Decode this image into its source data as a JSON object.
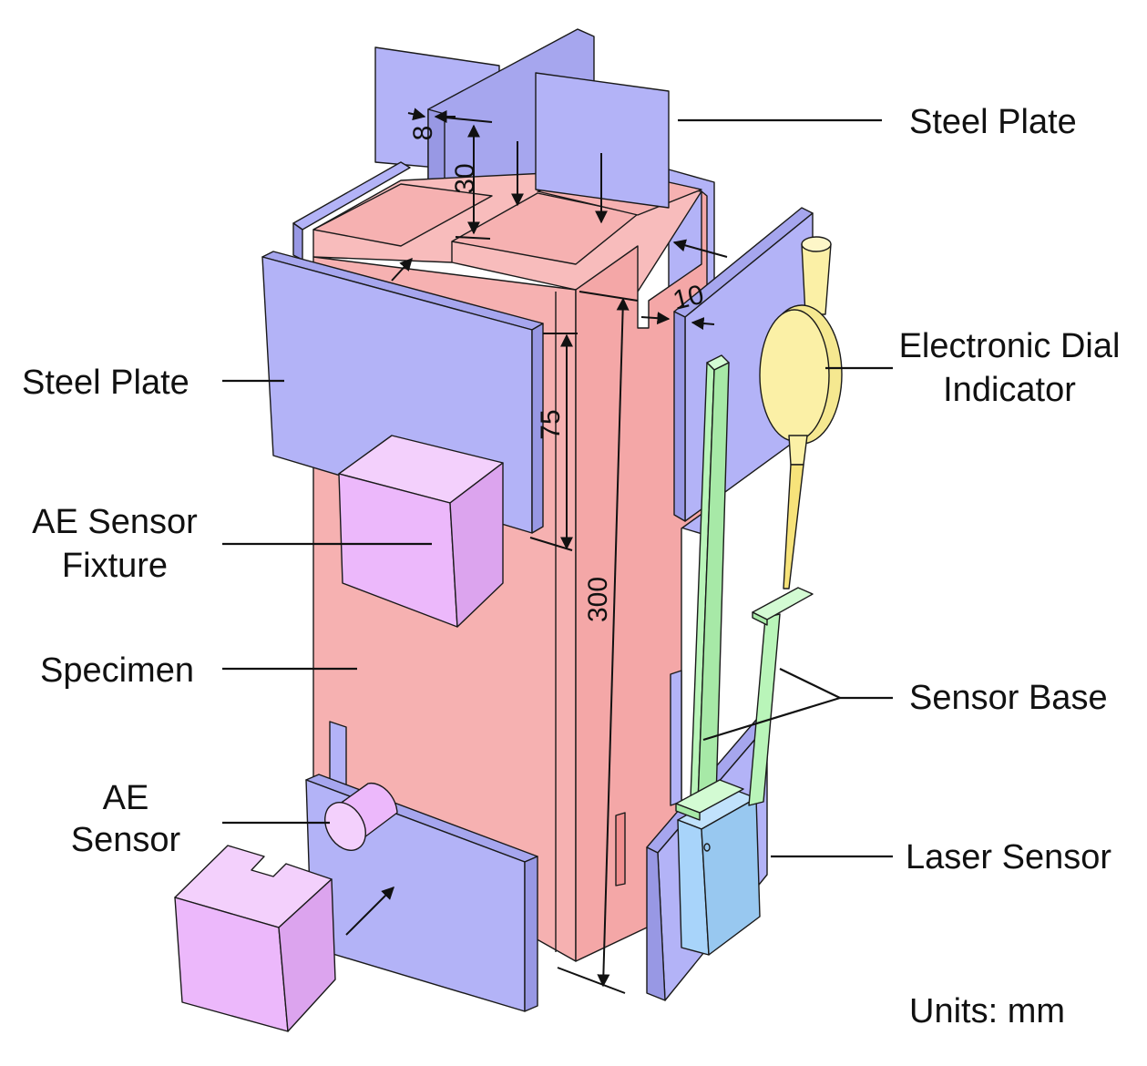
{
  "labels": {
    "steel_plate_top": "Steel Plate",
    "steel_plate_left": "Steel Plate",
    "electronic_dial_line1": "Electronic Dial",
    "electronic_dial_line2": "Indicator",
    "ae_fixture_line1": "AE Sensor",
    "ae_fixture_line2": "Fixture",
    "specimen": "Specimen",
    "sensor_base": "Sensor Base",
    "ae_sensor_line1": "AE",
    "ae_sensor_line2": "Sensor",
    "laser_sensor": "Laser Sensor",
    "units": "Units: mm"
  },
  "dimensions": {
    "notch_width": "8",
    "notch_depth": "30",
    "gap": "10",
    "fixture_height": "75",
    "specimen_height": "300"
  },
  "colors": {
    "steel_plate": "#b3b3f7",
    "specimen": "#f6b1b1",
    "ae_fixture": "#ecb8fb",
    "dial_indicator": "#fbf0a6",
    "sensor_base": "#b9f5b9",
    "laser_sensor": "#a8d4fa"
  }
}
